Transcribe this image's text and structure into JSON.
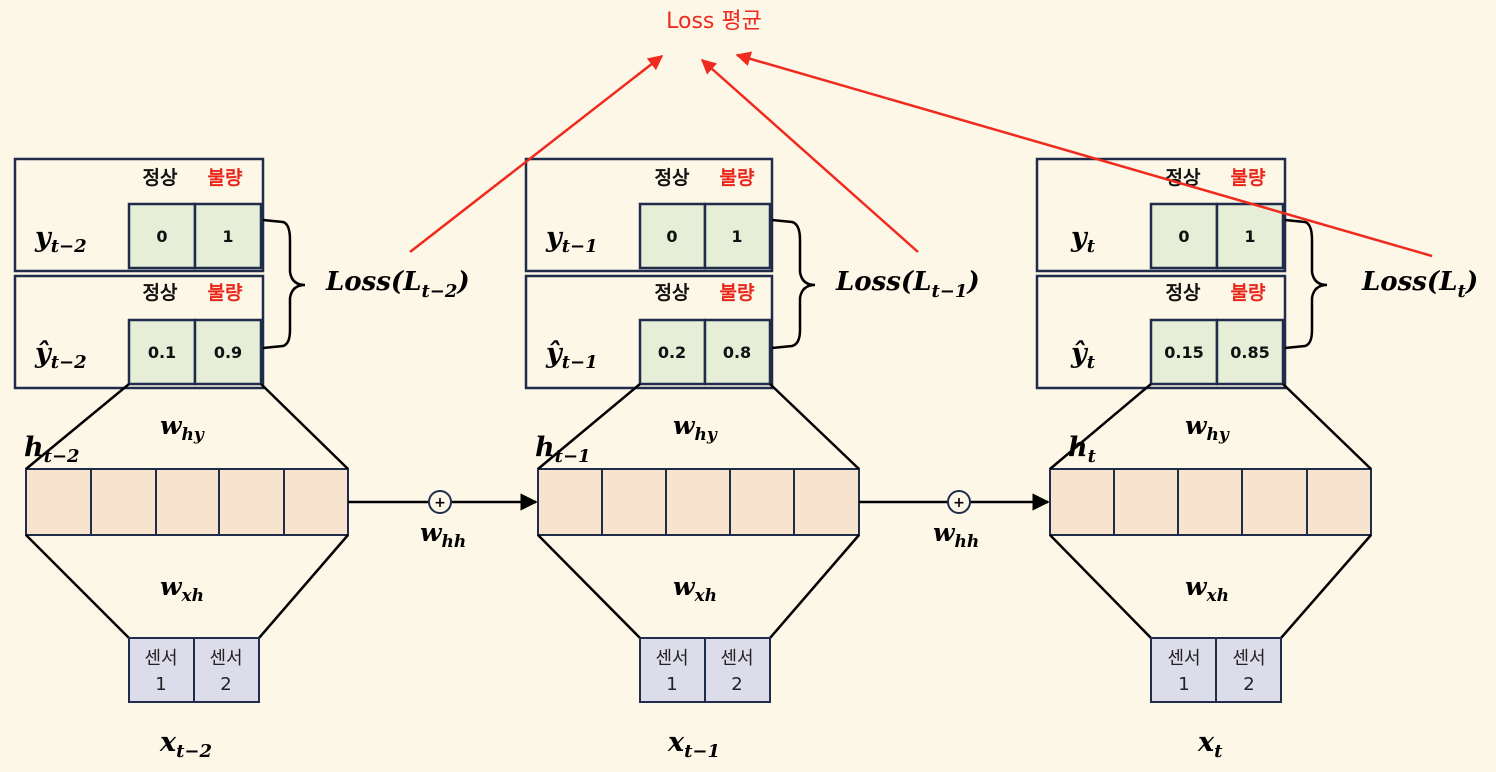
{
  "title": "Loss 평균",
  "header": {
    "normal": "정상",
    "defect": "불량"
  },
  "sensor_label": "센서",
  "weights": {
    "hy": "w",
    "hy_sub": "hy",
    "xh": "w",
    "xh_sub": "xh",
    "hh": "w",
    "hh_sub": "hh"
  },
  "steps": [
    {
      "y": "y",
      "y_sub": "t−2",
      "yhat": "ŷ",
      "yhat_sub": "t−2",
      "h": "h",
      "h_sub": "t−2",
      "x": "x",
      "x_sub": "t−2",
      "y_vals": [
        "0",
        "1"
      ],
      "yhat_vals": [
        "0.1",
        "0.9"
      ],
      "loss": "Loss(L",
      "loss_sub": "t−2",
      "loss_close": ")",
      "sensors": [
        "1",
        "2"
      ]
    },
    {
      "y": "y",
      "y_sub": "t−1",
      "yhat": "ŷ",
      "yhat_sub": "t−1",
      "h": "h",
      "h_sub": "t−1",
      "x": "x",
      "x_sub": "t−1",
      "y_vals": [
        "0",
        "1"
      ],
      "yhat_vals": [
        "0.2",
        "0.8"
      ],
      "loss": "Loss(L",
      "loss_sub": "t−1",
      "loss_close": ")",
      "sensors": [
        "1",
        "2"
      ]
    },
    {
      "y": "y",
      "y_sub": "t",
      "yhat": "ŷ",
      "yhat_sub": "t",
      "h": "h",
      "h_sub": "t",
      "x": "x",
      "x_sub": "t",
      "y_vals": [
        "0",
        "1"
      ],
      "yhat_vals": [
        "0.15",
        "0.85"
      ],
      "loss": "Loss(L",
      "loss_sub": "t",
      "loss_close": ")",
      "sensors": [
        "1",
        "2"
      ]
    }
  ]
}
